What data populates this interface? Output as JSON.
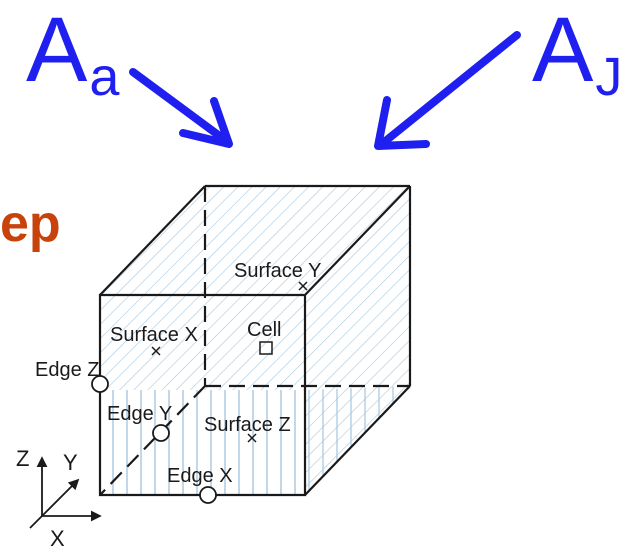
{
  "top_left_label": {
    "main": "A",
    "sub": "a"
  },
  "top_right_label": {
    "main": "A",
    "sub": "J"
  },
  "partial_word": "ep",
  "cube_labels": {
    "surface_y": "Surface Y",
    "surface_x": "Surface X",
    "cell": "Cell",
    "edge_z": "Edge Z",
    "edge_y": "Edge Y",
    "surface_z": "Surface Z",
    "edge_x": "Edge X"
  },
  "axes": {
    "z": "Z",
    "y": "Y",
    "x": "X"
  },
  "colors": {
    "arrow": "#1f1ff0",
    "partial_word": "#c8430c",
    "hatch": "#a8c8e0",
    "line": "#1a1a1a"
  }
}
